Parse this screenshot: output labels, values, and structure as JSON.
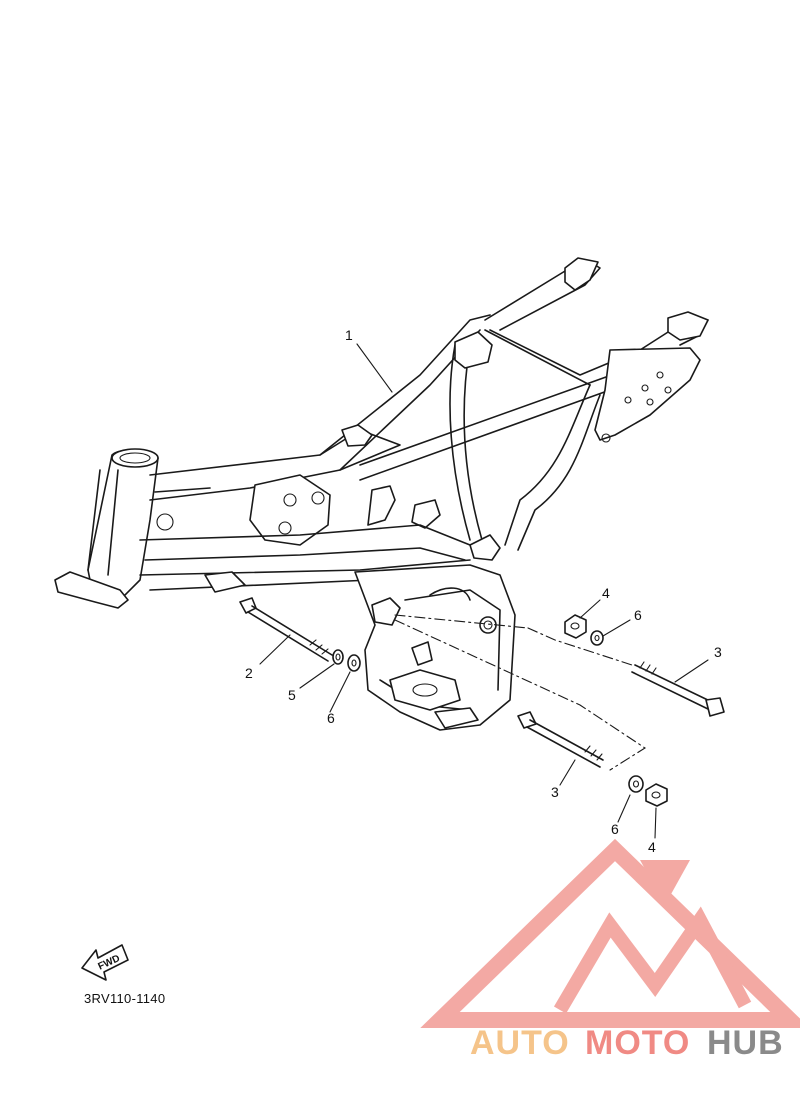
{
  "diagram": {
    "callouts": [
      {
        "id": "c1",
        "label": "1"
      },
      {
        "id": "c2",
        "label": "2"
      },
      {
        "id": "c3a",
        "label": "3"
      },
      {
        "id": "c3b",
        "label": "3"
      },
      {
        "id": "c4a",
        "label": "4"
      },
      {
        "id": "c4b",
        "label": "4"
      },
      {
        "id": "c5",
        "label": "5"
      },
      {
        "id": "c6a",
        "label": "6"
      },
      {
        "id": "c6b",
        "label": "6"
      },
      {
        "id": "c6c",
        "label": "6"
      }
    ],
    "fwd_label": "FWD",
    "part_code": "3RV110-1140"
  },
  "watermark": {
    "text_auto": "AUTO",
    "text_moto": "MOTO",
    "text_hub": "HUB",
    "colors": {
      "auto": "#f5c48a",
      "moto": "#f08a84",
      "hub": "#8a8a8a",
      "logo": "#f2a09a"
    }
  }
}
